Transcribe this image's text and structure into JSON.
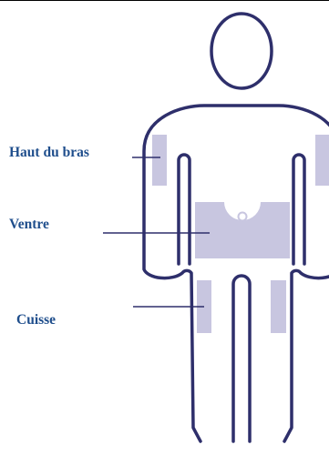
{
  "labels": {
    "upper_arm": "Haut du bras",
    "abdomen": "Ventre",
    "thigh": "Cuisse"
  },
  "colors": {
    "outline": "#2e2f6b",
    "injection_zone": "#c8c6e0",
    "label_text": "#1f4e8c",
    "leader_line": "#2e2f6b"
  }
}
